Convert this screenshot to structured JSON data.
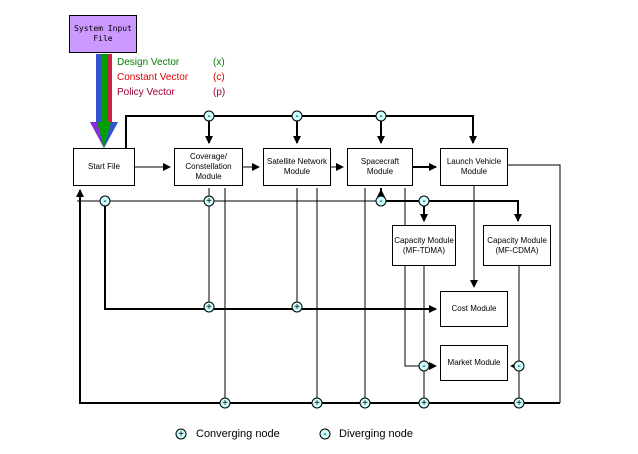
{
  "system_input": "System Input File",
  "vectors": [
    {
      "label": "Design Vector",
      "symbol": "(x)",
      "color": "#008000"
    },
    {
      "label": "Constant Vector",
      "symbol": "(c)",
      "color": "#e00000"
    },
    {
      "label": "Policy Vector",
      "symbol": "(p)",
      "color": "#990033"
    }
  ],
  "modules": {
    "start": "Start File",
    "coverage": "Coverage/ Constellation Module",
    "satnet": "Satellite Network Module",
    "spacecraft": "Spacecraft Module",
    "launch": "Launch Vehicle Module",
    "tdma": "Capacity Module (MF-TDMA)",
    "cdma": "Capacity Module (MF-CDMA)",
    "cost": "Cost Module",
    "market": "Market Module"
  },
  "legend": {
    "converging": "Converging node",
    "diverging": "Diverging node"
  },
  "colors": {
    "system_box": "#cc99ff",
    "arrow_green": "#00a000",
    "arrow_blue": "#3355cc",
    "arrow_red": "#cc2244",
    "node_fill": "#ccffff"
  }
}
